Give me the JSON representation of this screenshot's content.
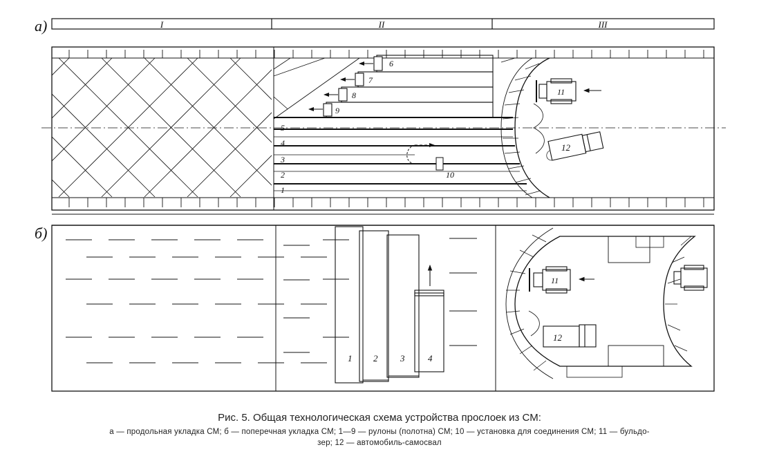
{
  "diagram": {
    "panel_a_label": "а)",
    "panel_b_label": "б)",
    "zones": [
      "I",
      "II",
      "III"
    ],
    "panel_a": {
      "rolls_upper": [
        "6",
        "7",
        "8",
        "9"
      ],
      "strips": [
        "5",
        "4",
        "3",
        "2",
        "1"
      ],
      "joining_unit": "10",
      "bulldozer": "11",
      "dump_truck": "12"
    },
    "panel_b": {
      "strips": [
        "1",
        "2",
        "3",
        "4"
      ],
      "bulldozer": "11",
      "dump_truck": "12"
    }
  },
  "caption": {
    "title": "Рис. 5. Общая технологическая схема устройства прослоек из СМ:",
    "legend_line1": "а — продольная укладка СМ; б — поперечная укладка СМ; 1—9 — рулоны (полотна) СМ; 10 — установка для соединения СМ; 11 — бульдо-",
    "legend_line2": "зер; 12 — автомобиль-самосвал"
  }
}
